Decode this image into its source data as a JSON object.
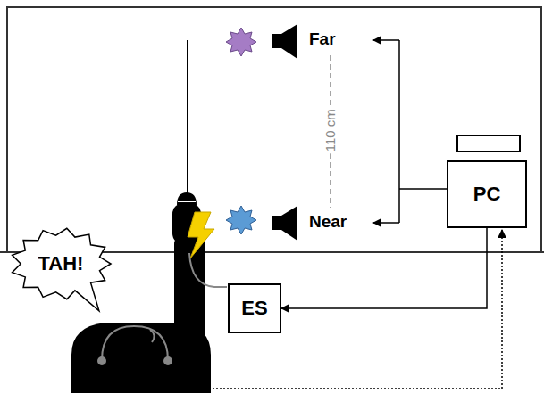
{
  "diagram": {
    "nodes": [
      {
        "text": [
          "PC"
        ]
      },
      {
        "text": [
          "TAH!"
        ]
      },
      {
        "text": [
          "ES"
        ]
      }
    ],
    "edges": [
      {
        "from": 0,
        "to": 2,
        "arrow": "to"
      }
    ],
    "labels": [
      "Far",
      "Near",
      "110 cm"
    ]
  }
}
